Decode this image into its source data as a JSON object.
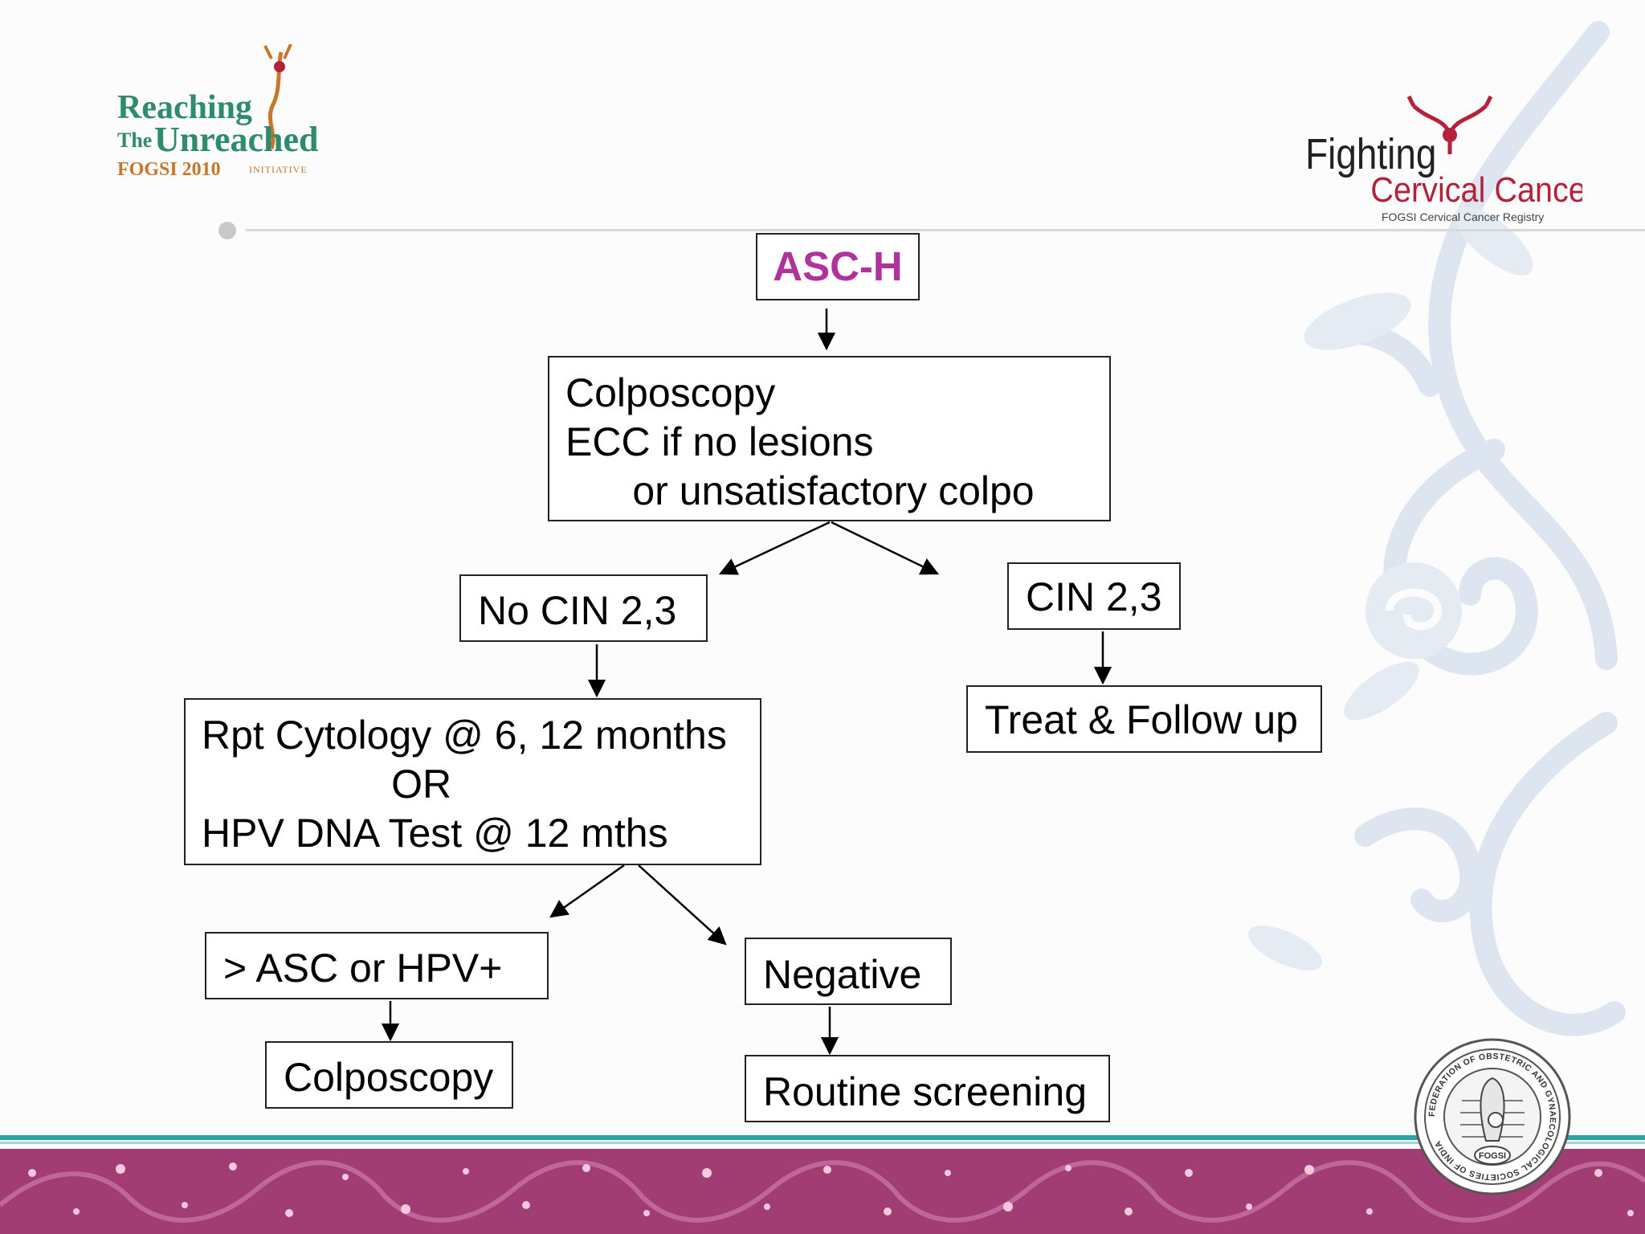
{
  "logo_left": {
    "line1": "Reaching",
    "line2_prefix": "The",
    "line2": "Unreached",
    "line3": "FOGSI 2010",
    "line3_suffix": "INITIATIVE"
  },
  "logo_right": {
    "line1": "Fighting",
    "line2": "Cervical Cancer",
    "line3": "FOGSI Cervical Cancer Registry"
  },
  "flowchart": {
    "root": "ASC-H",
    "step1": [
      "Colposcopy",
      "ECC if no lesions",
      "      or unsatisfactory colpo"
    ],
    "branch_left": "No CIN 2,3",
    "branch_right": "CIN 2,3",
    "right_action": "Treat & Follow up",
    "left_action": [
      "Rpt Cytology @ 6, 12 months",
      "                 OR",
      "HPV DNA Test @ 12 mths"
    ],
    "outcome_positive": "> ASC or HPV+",
    "outcome_negative": "Negative",
    "positive_action": "Colposcopy",
    "negative_action": "Routine screening"
  },
  "seal": {
    "text": "FEDERATION OF OBSTETRIC AND GYNAECOLOGICAL SOCIETIES OF INDIA",
    "badge": "FOGSI"
  },
  "colors": {
    "root_text": "#b0329c",
    "footer_band": "#a23d74",
    "footer_line": "#2aa3a7",
    "logo_green": "#2e8b6e",
    "logo_orange": "#c8772a",
    "logo_red": "#b5213a"
  }
}
